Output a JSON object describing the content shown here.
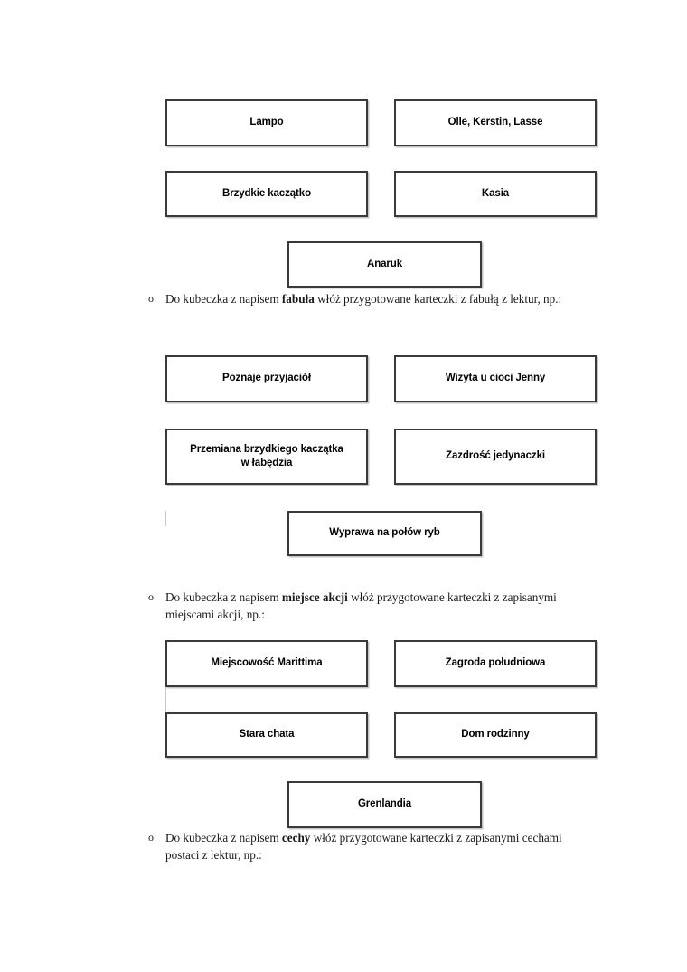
{
  "document": {
    "language": "pl",
    "page_background": "#ffffff",
    "box_border_color": "#3a3a3a",
    "text_color": "#1a1a1a"
  },
  "groups": [
    {
      "id": "characters",
      "boxes": [
        {
          "label": "Lampo",
          "column": "left"
        },
        {
          "label": "Olle, Kerstin, Lasse",
          "column": "right"
        },
        {
          "label": "Brzydkie kaczątko",
          "column": "left"
        },
        {
          "label": "Kasia",
          "column": "right"
        },
        {
          "label": "Anaruk",
          "column": "center"
        }
      ]
    },
    {
      "id": "plot",
      "boxes": [
        {
          "label": "Poznaje przyjaciół",
          "column": "left"
        },
        {
          "label": "Wizyta u cioci Jenny",
          "column": "right"
        },
        {
          "label": "Przemiana brzydkiego kaczątka\nw łabędzia",
          "column": "left"
        },
        {
          "label": "Zazdrość jedynaczki",
          "column": "right"
        },
        {
          "label": "Wyprawa na połów ryb",
          "column": "center"
        }
      ]
    },
    {
      "id": "places",
      "boxes": [
        {
          "label": "Miejscowość Marittima",
          "column": "left"
        },
        {
          "label": "Zagroda południowa",
          "column": "right"
        },
        {
          "label": "Stara chata",
          "column": "left"
        },
        {
          "label": "Dom rodzinny",
          "column": "right"
        },
        {
          "label": "Grenlandia",
          "column": "center"
        }
      ]
    }
  ],
  "paragraphs": [
    {
      "bullet": "o",
      "before": "Do kubeczka z napisem ",
      "keyword": "fabuła",
      "after": " włóż przygotowane karteczki z fabułą z lektur, np.:"
    },
    {
      "bullet": "o",
      "before": "Do kubeczka z napisem ",
      "keyword": "miejsce akcji",
      "after": " włóż przygotowane karteczki z zapisanymi miejscami akcji, np.:"
    },
    {
      "bullet": "o",
      "before": "Do kubeczka z napisem ",
      "keyword": "cechy",
      "after": " włóż przygotowane karteczki z zapisanymi cechami postaci z lektur, np.:"
    }
  ]
}
